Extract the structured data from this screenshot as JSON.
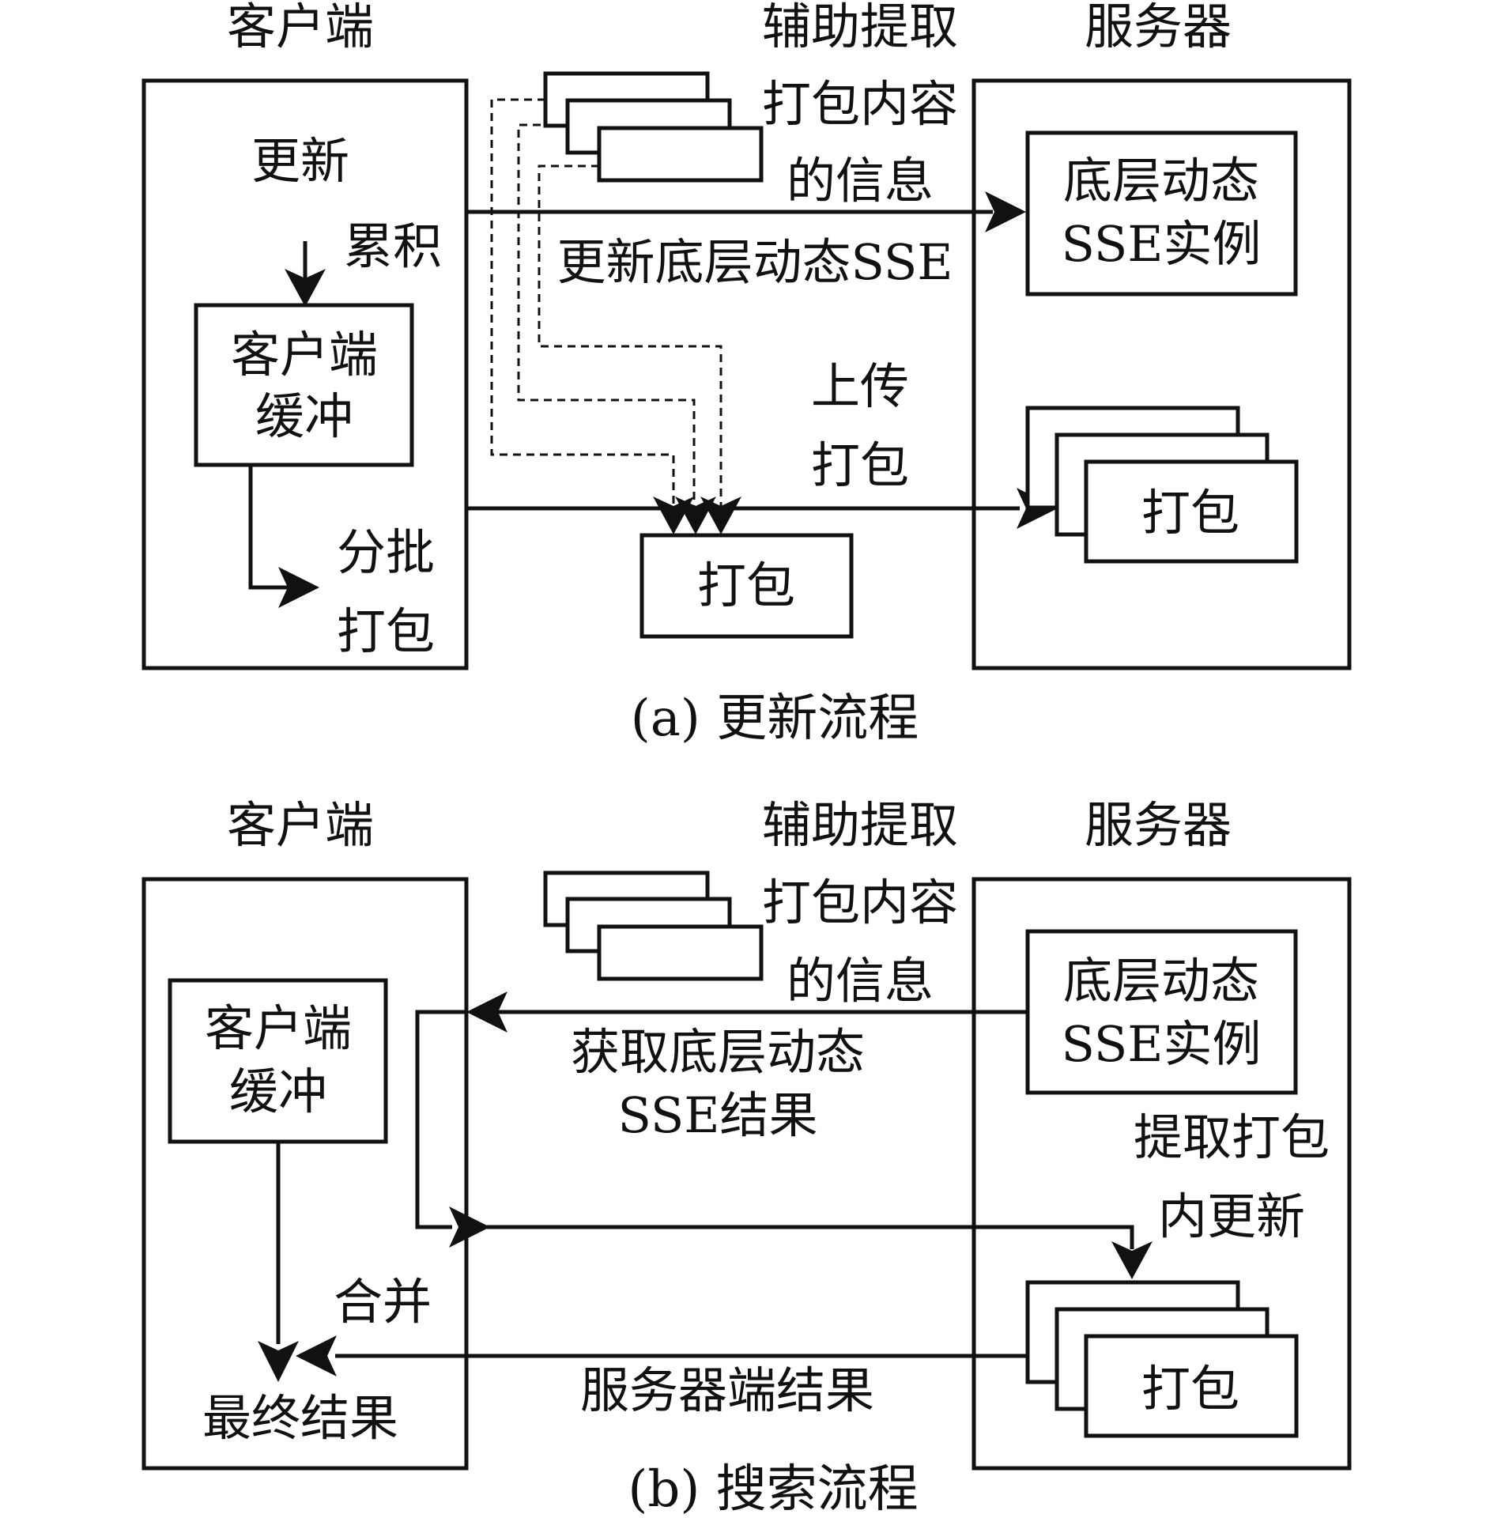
{
  "panel_a": {
    "client_title": "客户端",
    "aux_line1": "辅助提取",
    "aux_line2": "打包内容",
    "aux_line3": "的信息",
    "server_title": "服务器",
    "update_label": "更新",
    "accumulate_label": "累积",
    "client_buffer_line1": "客户端",
    "client_buffer_line2": "缓冲",
    "update_sse_label": "更新底层动态SSE",
    "sse_instance_line1": "底层动态",
    "sse_instance_line2": "SSE实例",
    "upload_line1": "上传",
    "upload_line2": "打包",
    "batch_line1": "分批",
    "batch_line2": "打包",
    "package_label": "打包",
    "server_package_label": "打包",
    "caption": "(a) 更新流程"
  },
  "panel_b": {
    "client_title": "客户端",
    "aux_line1": "辅助提取",
    "aux_line2": "打包内容",
    "aux_line3": "的信息",
    "server_title": "服务器",
    "sse_instance_line1": "底层动态",
    "sse_instance_line2": "SSE实例",
    "client_buffer_line1": "客户端",
    "client_buffer_line2": "缓冲",
    "get_sse_line1": "获取底层动态",
    "get_sse_line2": "SSE结果",
    "extract_line1": "提取打包",
    "extract_line2": "内更新",
    "merge_label": "合并",
    "server_result_label": "服务器端结果",
    "final_result_label": "最终结果",
    "server_package_label": "打包",
    "caption": "(b) 搜索流程"
  }
}
